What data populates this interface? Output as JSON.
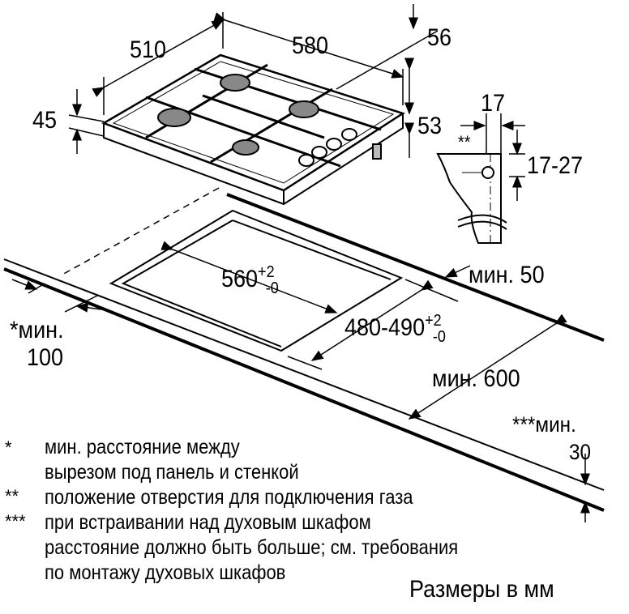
{
  "dimensions": {
    "width_510": "510",
    "depth_580": "580",
    "offset_56": "56",
    "height_45": "45",
    "height_53": "53",
    "gas_17": "17",
    "gas_17_27": "17-27",
    "gas_marker": "**",
    "cutout_width": "560",
    "cutout_width_tol_plus": "+2",
    "cutout_width_tol_minus": "-0",
    "cutout_depth": "480-490",
    "cutout_depth_tol_plus": "+2",
    "cutout_depth_tol_minus": "-0",
    "min_50": "мин. 50",
    "min_100_line1": "*мин.",
    "min_100_line2": "100",
    "min_600": "мин. 600",
    "min_30_line1": "***мин.",
    "min_30_line2": "30"
  },
  "notes": [
    {
      "mark": "*",
      "lines": [
        "мин. расстояние между",
        "вырезом под панель и стенкой"
      ]
    },
    {
      "mark": "**",
      "lines": [
        "положение отверстия для подключения газа"
      ]
    },
    {
      "mark": "***",
      "lines": [
        "при встраивании над духовым шкафом",
        "расстояние должно быть больше; см. требования",
        "по монтажу духовых шкафов"
      ]
    }
  ],
  "units_caption": "Размеры в мм"
}
